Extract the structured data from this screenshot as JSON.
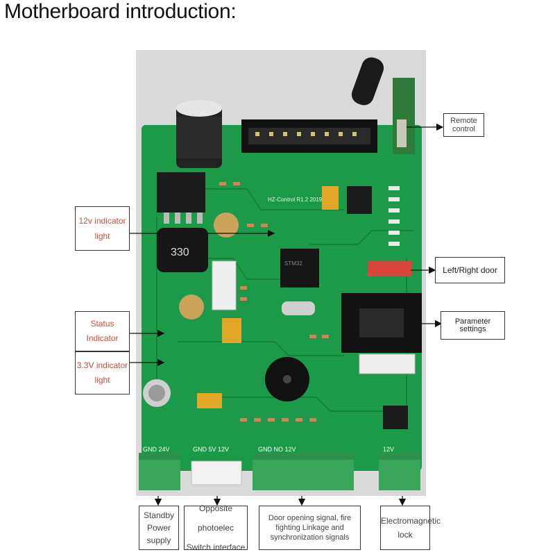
{
  "page": {
    "title": "Motherboard introduction:"
  },
  "board": {
    "markings": {
      "inductor": "330",
      "chip_text": "STM32",
      "board_text": "HZ-Control R1.2 20190510",
      "bottom_left": "GND 24V",
      "bottom_mid": "GND 5V 12V",
      "bottom_right": "GND NO 12V",
      "lock_label": "12V"
    }
  },
  "callouts": {
    "remote_control": "Remote control",
    "v12_indicator": "12v indicator light",
    "left_right_door": "Left/Right door",
    "parameter_settings": "Parameter settings",
    "status_indicator": "Status Indicator",
    "v33_indicator": "3.3V indicator light",
    "standby_power": "Standby Power supply",
    "opposite_photo": "Opposite photoelec Switch interface",
    "door_opening": "Door opening signal, fire fighting Linkage and synchronization signals",
    "electromagnetic_lock": "Electromagnetic lock"
  },
  "colors": {
    "pcb": "#1c9a4a",
    "terminal": "#3aa65a",
    "callout_red": "#d24b3c",
    "callout_dark": "#444444"
  }
}
